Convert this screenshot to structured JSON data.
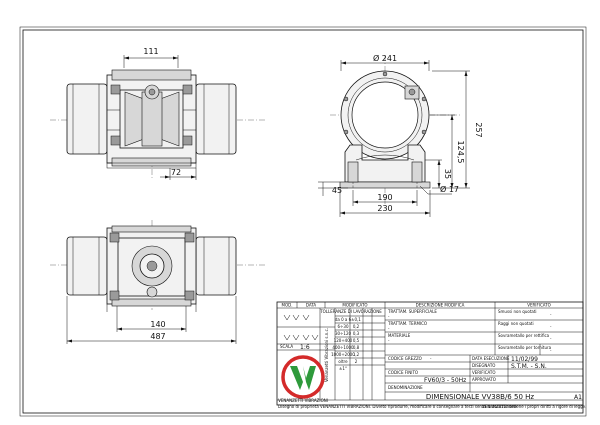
{
  "dimensions": {
    "top_view_width": "111",
    "top_view_offset": "72",
    "diameter": "Ø 241",
    "height_total": "257",
    "height_axis": "124,5",
    "foot_height": "35",
    "foot_thickness": "45",
    "foot_holes_spacing": "190",
    "base_width": "230",
    "hole_diameter": "Ø 17",
    "bottom_inner": "140",
    "overall_length": "487"
  },
  "title_block": {
    "rev_headers": [
      "MOD.",
      "DATA",
      "MODIFICATO",
      "DESCRIZIONE MODIFICA",
      "VERIFICATO"
    ],
    "right_rows": [
      {
        "label": "TRATTAM. SUPERFICIALE",
        "value": "-"
      },
      {
        "label": "TRATTAM. TERMICO",
        "value": "-"
      },
      {
        "label": "MATERIALE",
        "value": "-"
      }
    ],
    "tolerance_header": "TOLLERANZE DI LAVORAZIONE",
    "tolerance_rows": [
      {
        "range": "da 0 a 6",
        "value": "±0,1"
      },
      {
        "range": "6÷30",
        "value": "0,2"
      },
      {
        "range": "30÷120",
        "value": "0,3"
      },
      {
        "range": "120÷400",
        "value": "0,5"
      },
      {
        "range": "400÷1000",
        "value": "0,8"
      },
      {
        "range": "1000÷2000",
        "value": "1,2"
      },
      {
        "range": "oltre",
        "value": "2"
      }
    ],
    "angle_tolerance": "±1°",
    "scale_label": "SCALA",
    "scale_value": "1:6",
    "side_notes": [
      {
        "label": "Smussi non quotati",
        "value": "-"
      },
      {
        "label": "Raggi non quotati",
        "value": "-"
      },
      {
        "label": "Sovrametallo per rettifica",
        "value": "-"
      },
      {
        "label": "Sovrametallo per tornitura",
        "value": "-"
      }
    ],
    "codice_grezzo_label": "CODICE GREZZO",
    "codice_grezzo_value": "-",
    "codice_finito_label": "CODICE FINITO",
    "codice_finito_value": "FV60/3 - 50Hz",
    "data_esecuzione_label": "DATA ESECUZIONE",
    "data_esecuzione_value": "11/02/99",
    "disegnato_label": "DISEGNATO",
    "disegnato_value": "S.T.M. - S.N.",
    "verificato_label": "VERIFICATO",
    "approvato_label": "APPROVATO",
    "denominazione_label": "DENOMINAZIONE",
    "denominazione_value": "DIMENSIONALE VV38B/6 50 Hz",
    "sheet_format": "A1",
    "footer_left": "Disegno di proprietà VENANZETTI VIBRAZIONI. Divieto riprodurre, modificare o consegnare a terzi senza autorizzazione.",
    "footer_right": "VENANZETTI detiene i propri diritti a rigore di legge.",
    "logo_text": "VENANZETTI VIBRAZIONI",
    "side_text": "Venanzetti Vibrazioni s.n.c."
  },
  "colors": {
    "logo_red": "#d42a2a",
    "logo_green": "#2e9a3b"
  }
}
